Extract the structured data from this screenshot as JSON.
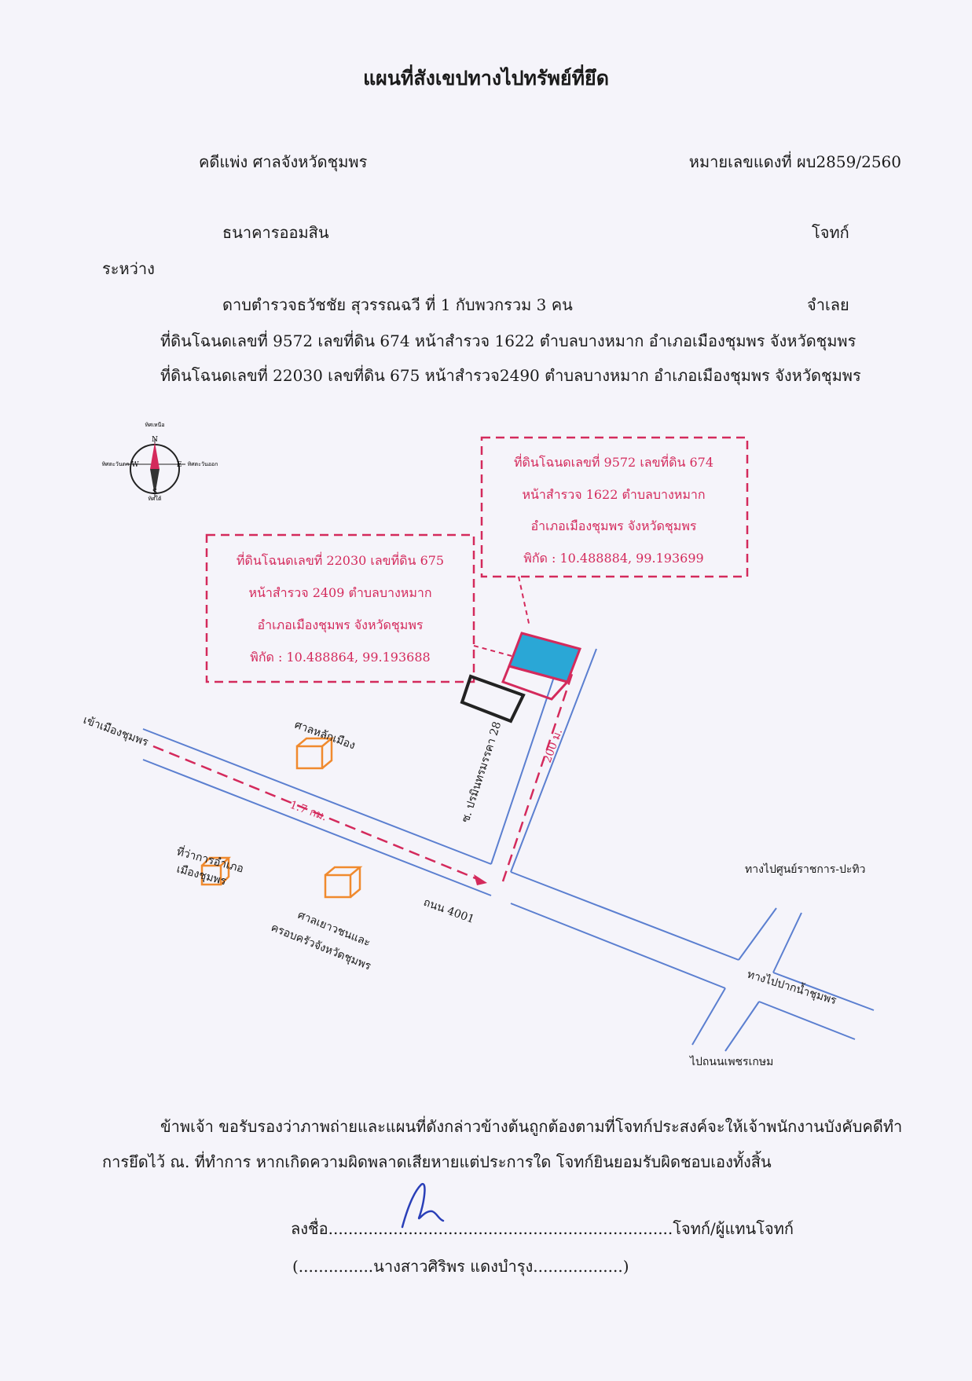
{
  "header": {
    "title": "แผนที่สังเขปทางไปทรัพย์ที่ยึด",
    "case_type": "คดีแพ่ง  ศาลจังหวัดชุมพร",
    "red_case_number": "หมายเลขแดงที่ ผบ2859/2560"
  },
  "parties": {
    "plaintiff_name": "ธนาคารออมสิน",
    "plaintiff_role": "โจทก์",
    "between": "ระหว่าง",
    "defendant_name": "ดาบตำรวจธวัชชัย  สุวรรณฉวี  ที่ 1 กับพวกรวม 3 คน",
    "defendant_role": "จำเลย"
  },
  "properties": [
    "ที่ดินโฉนดเลขที่ 9572  เลขที่ดิน  674 หน้าสำรวจ 1622   ตำบลบางหมาก  อำเภอเมืองชุมพร  จังหวัดชุมพร",
    "ที่ดินโฉนดเลขที่ 22030  เลขที่ดิน 675 หน้าสำรวจ2490   ตำบลบางหมาก  อำเภอเมืองชุมพร  จังหวัดชุมพร"
  ],
  "compass": {
    "north": "N",
    "south": "S",
    "east": "E",
    "west": "W",
    "north_th": "ทิศเหนือ",
    "south_th": "ทิศใต้",
    "east_th": "ทิศตะวันออก",
    "west_th": "ทิศตะวันตก"
  },
  "parcel_labels": {
    "right": {
      "line1": "ที่ดินโฉนดเลขที่ 9572  เลขที่ดิน  674",
      "line2": "หน้าสำรวจ 1622   ตำบลบางหมาก",
      "line3": "อำเภอเมืองชุมพร  จังหวัดชุมพร",
      "line4": "พิกัด : 10.488884, 99.193699"
    },
    "left": {
      "line1": "ที่ดินโฉนดเลขที่ 22030  เลขที่ดิน  675",
      "line2": "หน้าสำรวจ 2409   ตำบลบางหมาก",
      "line3": "อำเภอเมืองชุมพร  จังหวัดชุมพร",
      "line4": "พิกัด : 10.488864, 99.193688"
    }
  },
  "map_labels": {
    "to_chumphon_city": "เข้าเมืองชุมพร",
    "city_pillar_shrine": "ศาลหลักเมือง",
    "soi": "ซ. ปรมินทรมรรคา 28",
    "distance_soi": "200 ม.",
    "distance_road": "1.7 กม.",
    "district_office_l1": "ที่ว่าการอำเภอ",
    "district_office_l2": "เมืองชุมพร",
    "juvenile_court_l1": "ศาลเยาวชนและ",
    "juvenile_court_l2": "ครอบครัวจังหวัดชุมพร",
    "road": "ถนน  4001",
    "to_gov_center": "ทางไปศูนย์ราชการ-ปะทิว",
    "to_paknam": "ทางไปปากน้ำชุมพร",
    "to_phetkasem": "ไปถนนเพชรเกษม"
  },
  "certification": {
    "line1": "ข้าพเจ้า  ขอรับรองว่าภาพถ่ายและแผนที่ดังกล่าวข้างต้นถูกต้องตามที่โจทก์ประสงค์จะให้เจ้าพนักงานบังคับคดีทำ",
    "line2": "การยึดไว้ ณ. ที่ทำการ  หากเกิดความผิดพลาดเสียหายแต่ประการใด  โจทก์ยินยอมรับผิดชอบเองทั้งสิ้น"
  },
  "signature": {
    "sign_line": "ลงชื่อ.....................................................................โจทก์/ผู้แทนโจทก์",
    "name_line": "(...............นางสาวศิริพร  แดงบำรุง..................)"
  },
  "colors": {
    "label_red": "#d42a5c",
    "road_blue": "#5b7fd0",
    "landmark_orange": "#f08a2e",
    "parcel_fill": "#2aa7d6"
  }
}
